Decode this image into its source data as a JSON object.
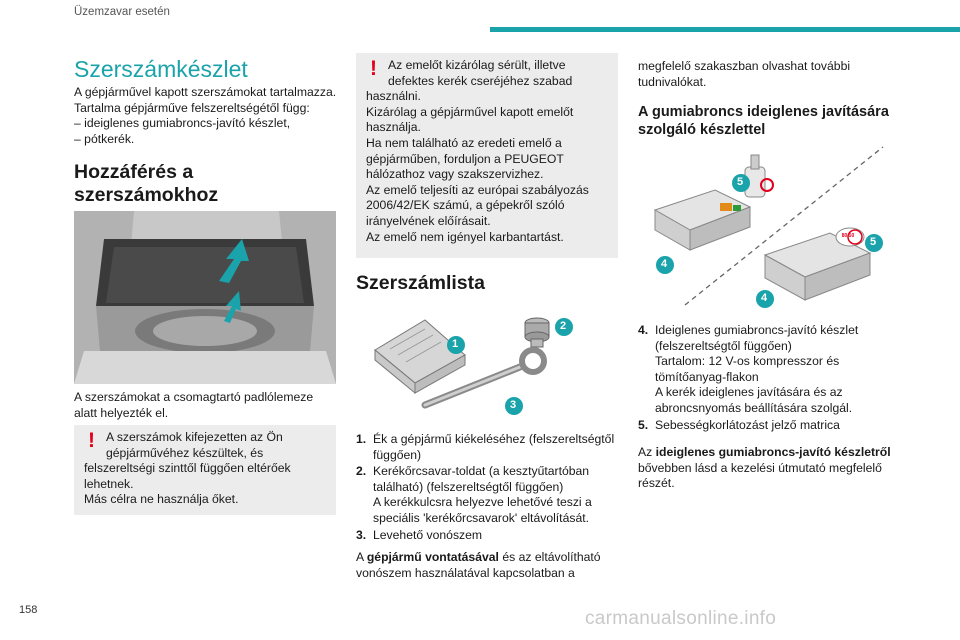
{
  "header": {
    "section_title": "Üzemzavar esetén",
    "accent_color": "#1aa3aa"
  },
  "page_number": "158",
  "watermark": "carmanualsonline.info",
  "col1": {
    "title": "Szerszámkészlet",
    "intro_lines": [
      "A gépjárművel kapott szerszámokat tartalmazza.",
      "Tartalma gépjárműve felszereltségétől függ:",
      "– ideiglenes gumiabroncs-javító készlet,",
      "– pótkerék."
    ],
    "access_heading_1": "Hozzáférés a",
    "access_heading_2": "szerszámokhoz",
    "caption_1": "A szerszámokat a csomagtartó padlólemeze",
    "caption_2": "alatt helyezték el.",
    "warning": {
      "icon": "exclamation-icon",
      "lines": [
        "A szerszámok kifejezetten az Ön",
        "gépjárművéhez készültek, és",
        "felszereltségi szinttől függően eltérőek",
        "lehetnek.",
        "Más célra ne használja őket."
      ]
    }
  },
  "col2": {
    "warning": {
      "icon": "exclamation-icon",
      "lines": [
        "Az emelőt kizárólag sérült, illetve",
        "defektes kerék cseréjéhez szabad",
        "használni.",
        "Kizárólag a gépjárművel kapott emelőt",
        "használja.",
        "Ha nem található az eredeti emelő a",
        "gépjárműben, forduljon a PEUGEOT",
        "hálózathoz vagy szakszervizhez.",
        "Az emelő teljesíti az európai szabályozás",
        "2006/42/EK számú, a gépekről szóló",
        "irányelvének előírásait.",
        "Az emelő nem igényel karbantartást."
      ]
    },
    "tools_heading": "Szerszámlista",
    "figure_labels": [
      "1",
      "2",
      "3"
    ],
    "items": [
      {
        "num": "1.",
        "lines": [
          "Ék a gépjármű kiékeléséhez (felszereltségtől",
          "függően)"
        ]
      },
      {
        "num": "2.",
        "lines": [
          "Kerékőrcsavar-toldat (a kesztyűtartóban",
          "található) (felszereltségtől függően)",
          "A kerékkulcsra helyezve lehetővé teszi a",
          "speciális 'kerékőrcsavarok' eltávolítását."
        ]
      },
      {
        "num": "3.",
        "lines": [
          "Levehető vonószem"
        ]
      }
    ],
    "towing_pre": "A ",
    "towing_bold": "gépjármű vontatásával",
    "towing_post": " és az eltávolítható",
    "towing_line2": "vonószem használatával kapcsolatban a"
  },
  "col3": {
    "cont_lines": [
      "megfelelő szakaszban olvashat további",
      "tudnivalókat."
    ],
    "kit_heading_1": "A gumiabroncs ideiglenes javítására",
    "kit_heading_2": "szolgáló készlettel",
    "figure_labels": [
      "5",
      "5",
      "4",
      "4"
    ],
    "speed_sticker": "80 50",
    "items": [
      {
        "num": "4.",
        "lines": [
          "Ideiglenes gumiabroncs-javító készlet",
          "(felszereltségtől függően)",
          "Tartalom: 12 V-os kompresszor és",
          "tömítőanyag-flakon",
          "A kerék ideiglenes javítására és az",
          "abroncsnyomás beállítására szolgál."
        ]
      },
      {
        "num": "5.",
        "lines": [
          "Sebességkorlátozást jelző matrica"
        ]
      }
    ],
    "more_pre": "Az ",
    "more_bold": "ideiglenes gumiabroncs-javító készletről",
    "more_line2": "bővebben lásd a kezelési útmutató megfelelő",
    "more_line3": "részét."
  }
}
